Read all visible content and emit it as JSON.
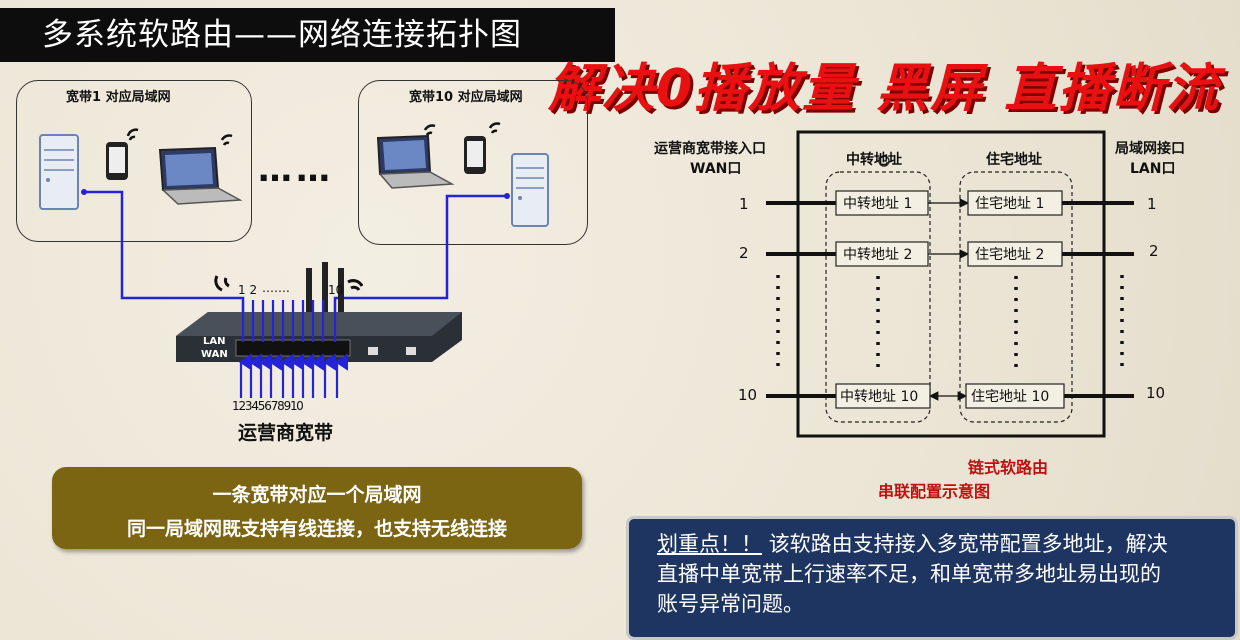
{
  "title": "多系统软路由——网络连接拓扑图",
  "headline": "解决0播放量 黑屏 直播断流",
  "left_diagram": {
    "lan1_label": "宽带1 对应局域网",
    "lan10_label": "宽带10 对应局域网",
    "ellipsis": "……",
    "top_port_label_start": "1 2",
    "top_port_label_dots": "…….",
    "top_port_label_end": "10",
    "router_lan": "LAN",
    "router_wan": "WAN",
    "bottom_ports": "1 2 3 4 5 6 7 8 9 10",
    "isp_label": "运营商宽带"
  },
  "note_box": {
    "line1": "一条宽带对应一个局域网",
    "line2": "同一局域网既支持有线连接，也支持无线连接"
  },
  "right_diagram": {
    "wan_header_1": "运营商宽带接入口",
    "wan_header_2": "WAN口",
    "lan_header_1": "局域网接口",
    "lan_header_2": "LAN口",
    "relay_col": "中转地址",
    "home_col": "住宅地址",
    "rows": [
      {
        "num": "1",
        "relay": "中转地址 1",
        "home": "住宅地址 1"
      },
      {
        "num": "2",
        "relay": "中转地址 2",
        "home": "住宅地址 2"
      },
      {
        "num": "10",
        "relay": "中转地址 10",
        "home": "住宅地址 10"
      }
    ],
    "caption1": "链式软路由",
    "caption2": "串联配置示意图"
  },
  "keypoint": {
    "lead": "划重点！！",
    "body_line1": "该软路由支持接入多宽带配置多地址，解决",
    "body_line2": "直播中单宽带上行速率不足，和单宽带多地址易出现的",
    "body_line3": "账号异常问题。"
  },
  "colors": {
    "background": "#efeadc",
    "title_bg": "#0d0d0d",
    "headline": "#e81010",
    "cable": "#2323d8",
    "note_bg": "#7b6412",
    "keypoint_bg": "#1f3561",
    "caption": "#c01010"
  }
}
